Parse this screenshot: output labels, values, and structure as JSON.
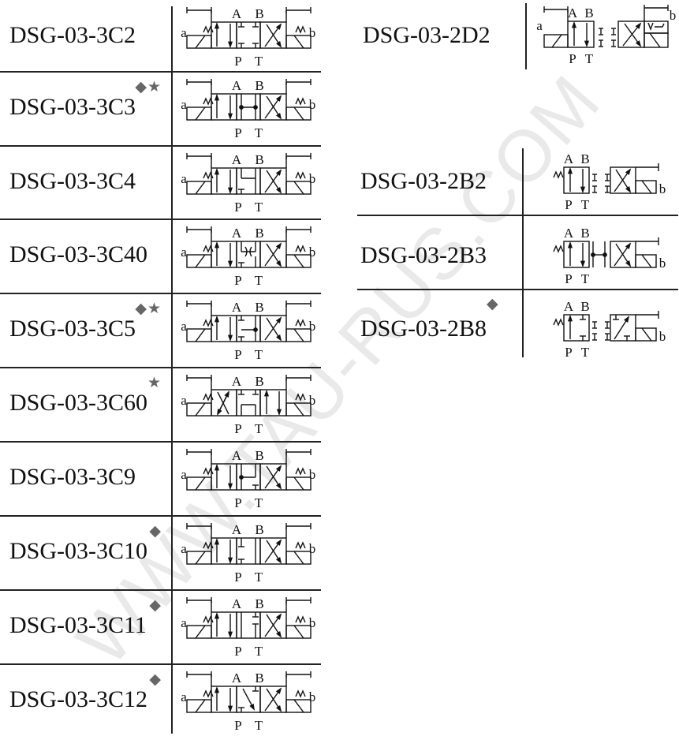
{
  "watermark": "WWW.TAU-RUS.COM",
  "port_labels": {
    "A": "A",
    "B": "B",
    "P": "P",
    "T": "T",
    "a": "a",
    "b": "b"
  },
  "left_column": [
    {
      "model": "DSG-03-3C2",
      "marks": ""
    },
    {
      "model": "DSG-03-3C3",
      "marks": "◆★"
    },
    {
      "model": "DSG-03-3C4",
      "marks": ""
    },
    {
      "model": "DSG-03-3C40",
      "marks": ""
    },
    {
      "model": "DSG-03-3C5",
      "marks": "◆★"
    },
    {
      "model": "DSG-03-3C60",
      "marks": "★"
    },
    {
      "model": "DSG-03-3C9",
      "marks": ""
    },
    {
      "model": "DSG-03-3C10",
      "marks": "◆"
    },
    {
      "model": "DSG-03-3C11",
      "marks": "◆"
    },
    {
      "model": "DSG-03-3C12",
      "marks": "◆"
    }
  ],
  "right_column": [
    {
      "model": "DSG-03-2D2",
      "marks": ""
    },
    {
      "model": "DSG-03-2B2",
      "marks": ""
    },
    {
      "model": "DSG-03-2B3",
      "marks": ""
    },
    {
      "model": "DSG-03-2B8",
      "marks": "◆"
    }
  ],
  "colors": {
    "lines": "#111111",
    "marks": "#666666",
    "watermark": "#e9e9e9"
  }
}
